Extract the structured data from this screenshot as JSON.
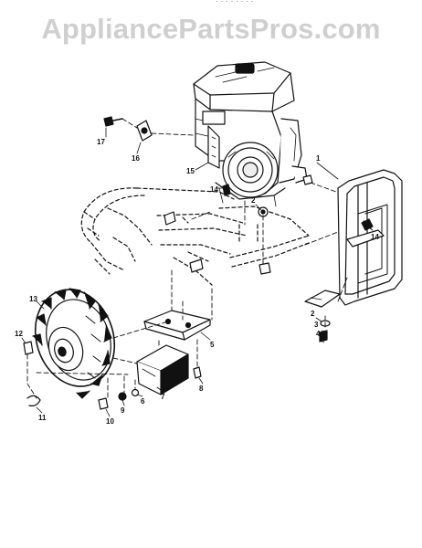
{
  "watermark": "AppliancePartsPros.com",
  "header_fragment": "· · · · · · · ·",
  "callouts": {
    "c1": "1",
    "c2a": "2",
    "c2b": "2",
    "c3": "3",
    "c4": "4",
    "c5": "5",
    "c6": "6",
    "c7": "7",
    "c8": "8",
    "c9": "9",
    "c10": "10",
    "c11": "11",
    "c12": "12",
    "c13": "13",
    "c14a": "14",
    "c14b": "14",
    "c15": "15",
    "c16": "16",
    "c17": "17"
  }
}
